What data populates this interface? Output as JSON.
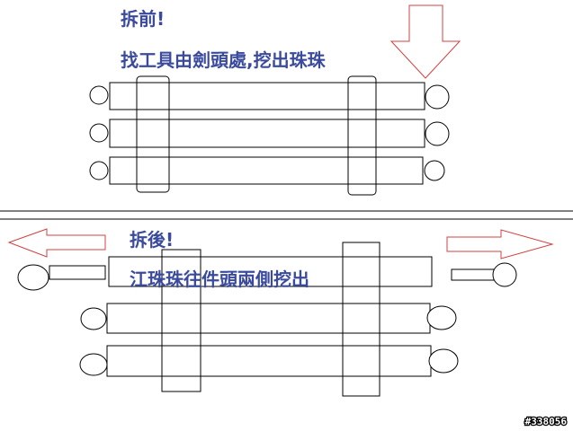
{
  "before": {
    "title": "拆前!",
    "instruction": "找工具由劍頭處,挖出珠珠"
  },
  "after": {
    "title": "拆後!",
    "instruction": "江珠珠往件頭兩側挖出"
  },
  "watermark": "#338056",
  "colors": {
    "text": "#3a4a9c",
    "arrow": "#d04040",
    "line": "#000000"
  }
}
